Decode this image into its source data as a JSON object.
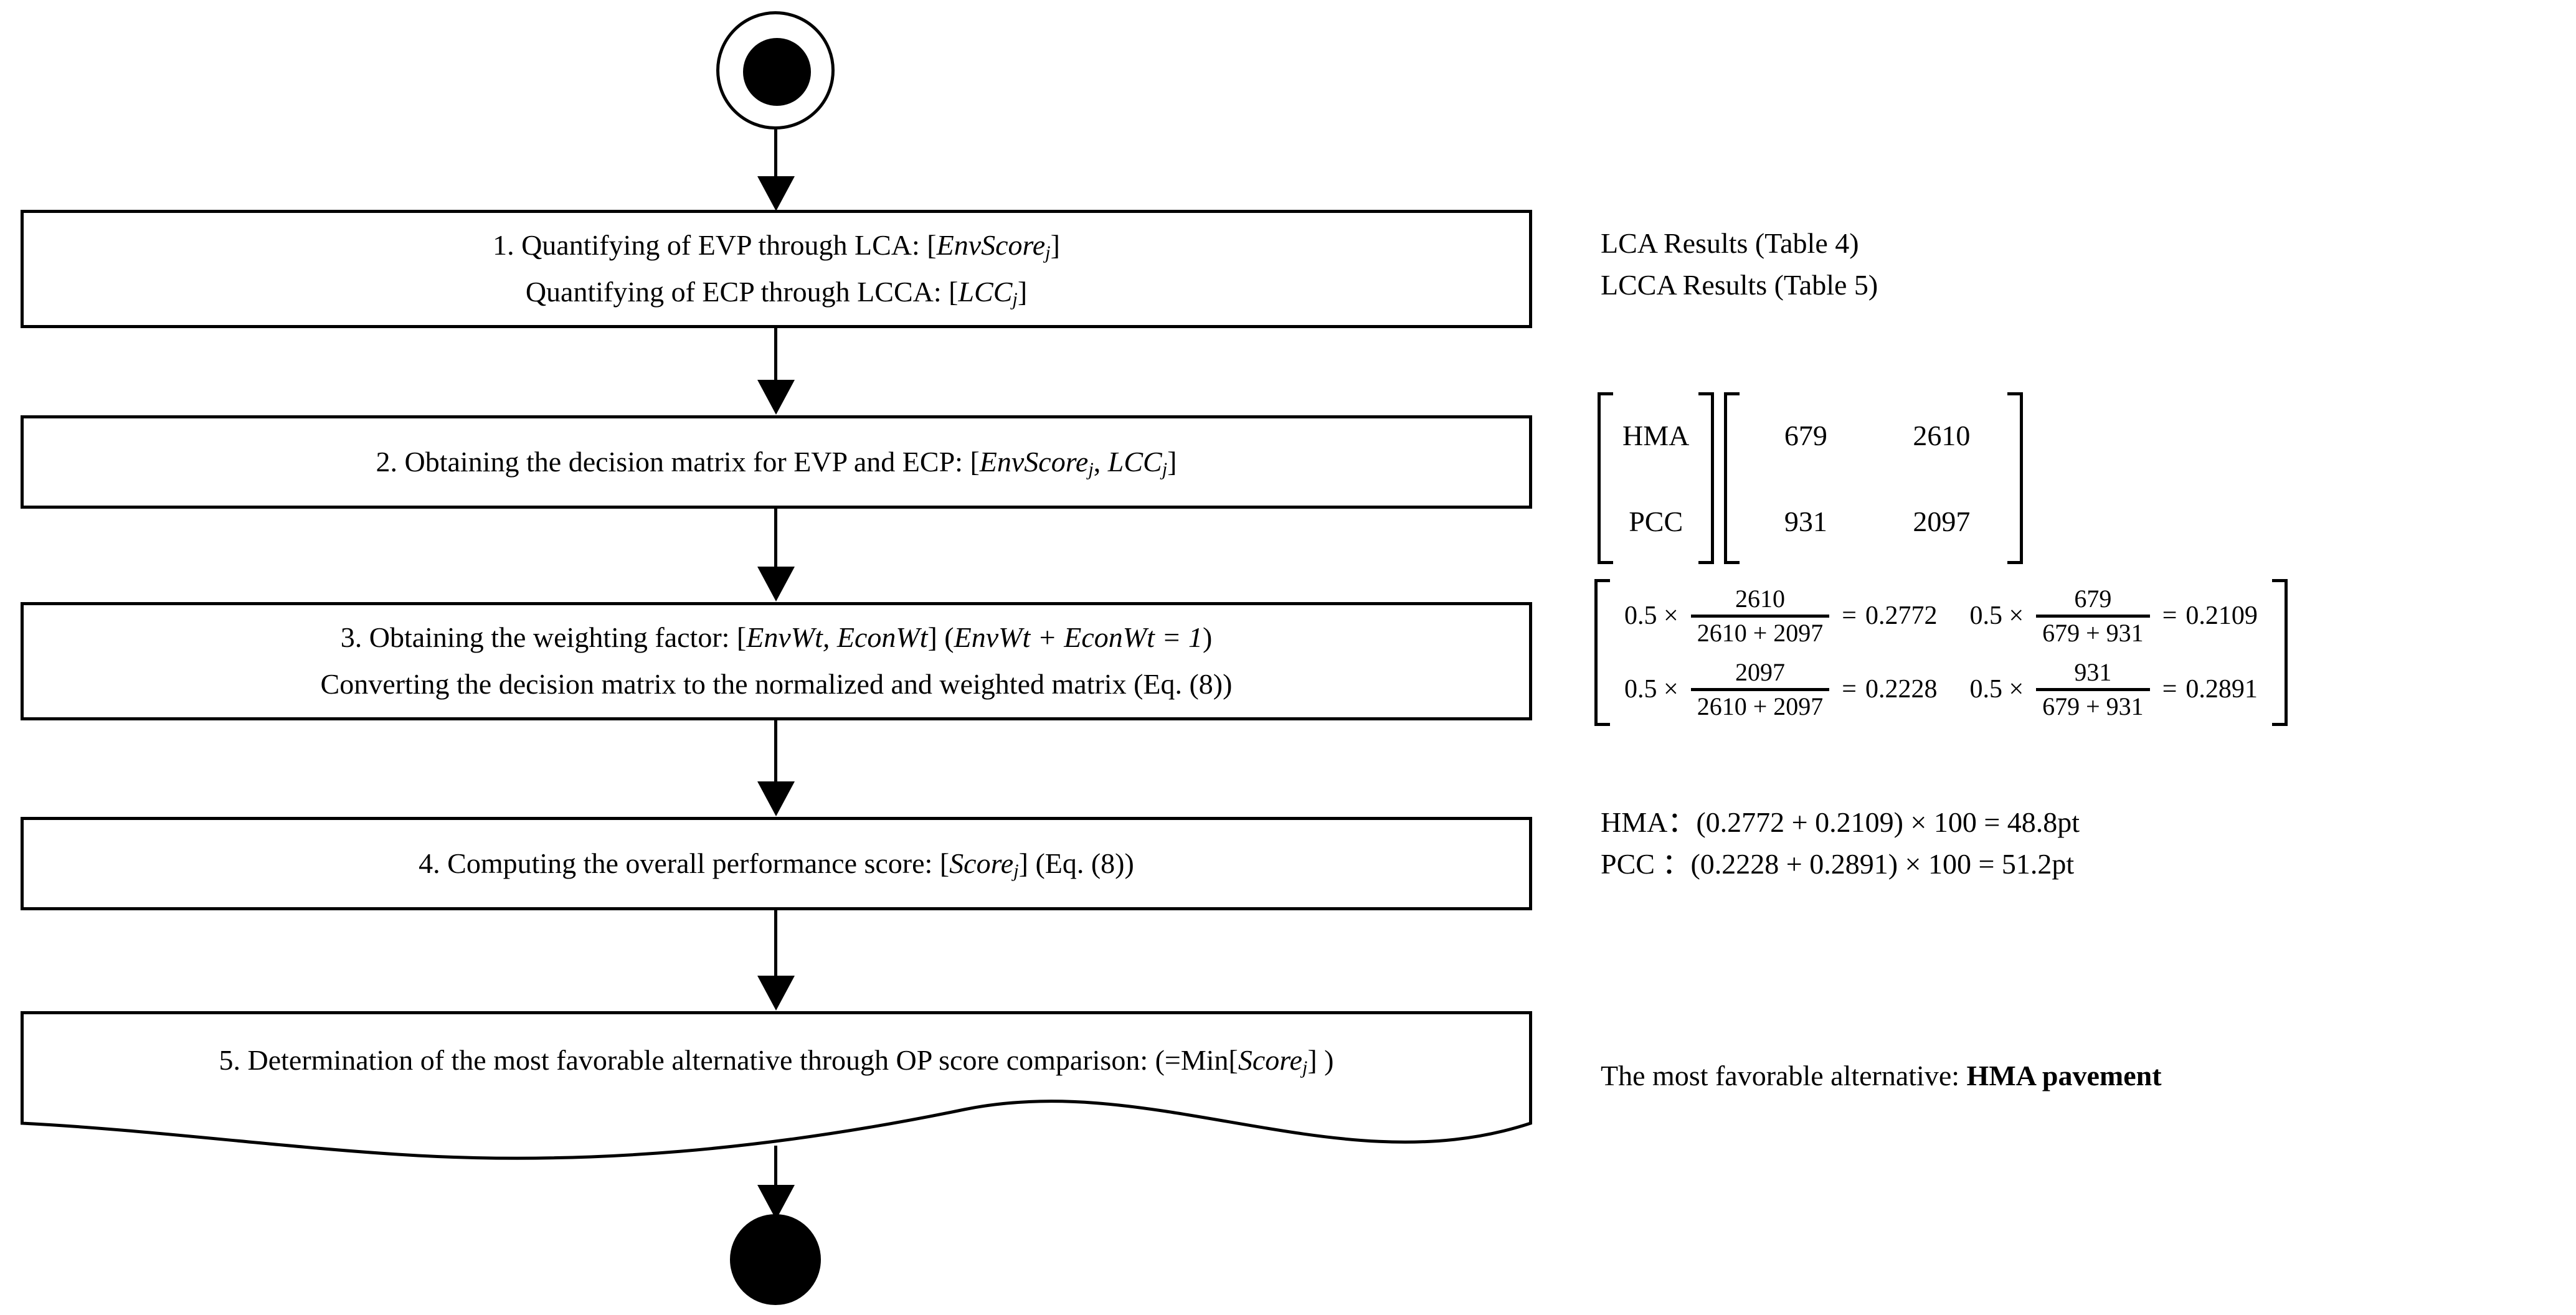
{
  "diagram": {
    "title": "Integrated LCA-LCCA decision flowchart",
    "start_node": "start",
    "end_node": "end"
  },
  "steps": [
    {
      "id": "step-1",
      "lines": [
        "1. Quantifying of EVP through LCA: [EnvScore_j]",
        "Quantifying of ECP through LCCA: [LCC_j]"
      ],
      "line1_pre": "1. Quantifying of EVP through LCA: [",
      "line1_italic": "EnvScore",
      "line1_sub": "j",
      "line1_post": "]",
      "line2_pre": "Quantifying of ECP through LCCA: [",
      "line2_italic": "LCC",
      "line2_sub": "j",
      "line2_post": "]"
    },
    {
      "id": "step-2",
      "pre": "2. Obtaining the decision matrix for EVP and ECP: [",
      "italic1": "EnvScore",
      "sub1": "j",
      "mid": ", ",
      "italic2": "LCC",
      "sub2": "j",
      "post": "]"
    },
    {
      "id": "step-3",
      "line1_pre": "3. Obtaining the weighting factor: [",
      "line1_italic1": "EnvWt, EconWt",
      "line1_mid": "] (",
      "line1_italic2": "EnvWt + EconWt = 1",
      "line1_post": ")",
      "line2": "Converting the decision matrix to the normalized and weighted matrix (Eq. (8))"
    },
    {
      "id": "step-4",
      "pre": "4. Computing the overall performance score: [",
      "italic": "Score",
      "sub": "j",
      "post": "] (Eq. (8))"
    },
    {
      "id": "step-5",
      "line1": "5. Determination of the most favorable alternative through OP score comparison:",
      "line2_pre": "(=Min[",
      "line2_italic": "Score",
      "line2_sub": "j",
      "line2_post": "] )"
    }
  ],
  "annotations": {
    "results_tables": {
      "line1": "LCA Results (Table 4)",
      "line2": "LCCA Results (Table 5)"
    },
    "decision_matrix": {
      "row_labels": [
        "HMA",
        "PCC"
      ],
      "values": [
        [
          "679",
          "2610"
        ],
        [
          "931",
          "2097"
        ]
      ]
    },
    "weighted_matrix": {
      "cells": [
        {
          "coef": "0.5 ×",
          "numerator": "2610",
          "denominator": "2610 + 2097",
          "equals": "=",
          "result": "0.2772"
        },
        {
          "coef": "0.5 ×",
          "numerator": "679",
          "denominator": "679 + 931",
          "equals": "=",
          "result": "0.2109"
        },
        {
          "coef": "0.5 ×",
          "numerator": "2097",
          "denominator": "2610 + 2097",
          "equals": "=",
          "result": "0.2228"
        },
        {
          "coef": "0.5 ×",
          "numerator": "931",
          "denominator": "679 + 931",
          "equals": "=",
          "result": "0.2891"
        }
      ]
    },
    "overall_scores": {
      "line1": "HMA：(0.2772 + 0.2109) × 100 = 48.8pt",
      "line2": "PCC ：(0.2228 + 0.2891) × 100 = 51.2pt"
    },
    "conclusion": {
      "prefix": "The most favorable alternative: ",
      "bold": "HMA pavement"
    }
  },
  "colors": {
    "stroke": "#000000",
    "background": "#ffffff",
    "text": "#000000"
  }
}
